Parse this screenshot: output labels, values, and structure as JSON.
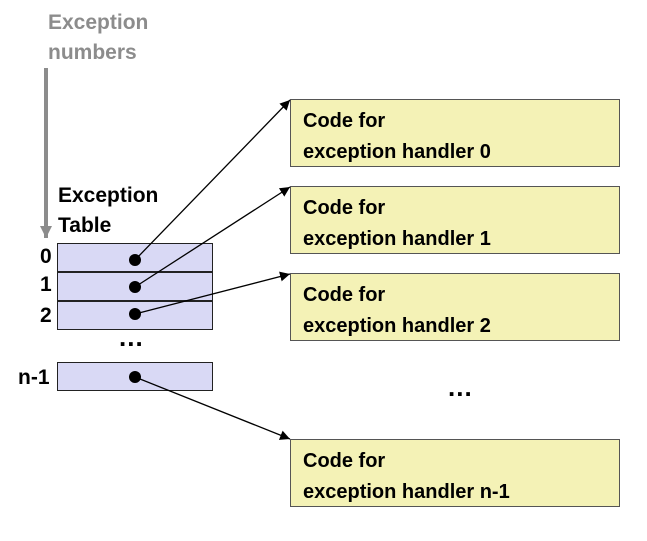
{
  "exception_numbers_label": [
    "Exception",
    "numbers"
  ],
  "exception_table_label": [
    "Exception",
    "Table"
  ],
  "table_indices": [
    "0",
    "1",
    "2",
    "n-1"
  ],
  "table_ellipsis": "...",
  "handler_ellipsis": "...",
  "handlers": [
    {
      "line1": "Code for",
      "line2": "exception handler 0"
    },
    {
      "line1": "Code for",
      "line2": "exception handler 1"
    },
    {
      "line1": "Code for",
      "line2": "exception handler 2"
    },
    {
      "line1": "Code for",
      "line2": "exception handler n-1"
    }
  ],
  "colors": {
    "table_fill": "#d9d9f5",
    "handler_fill": "#f4f2b6",
    "label_gray": "#8c8c8c"
  }
}
